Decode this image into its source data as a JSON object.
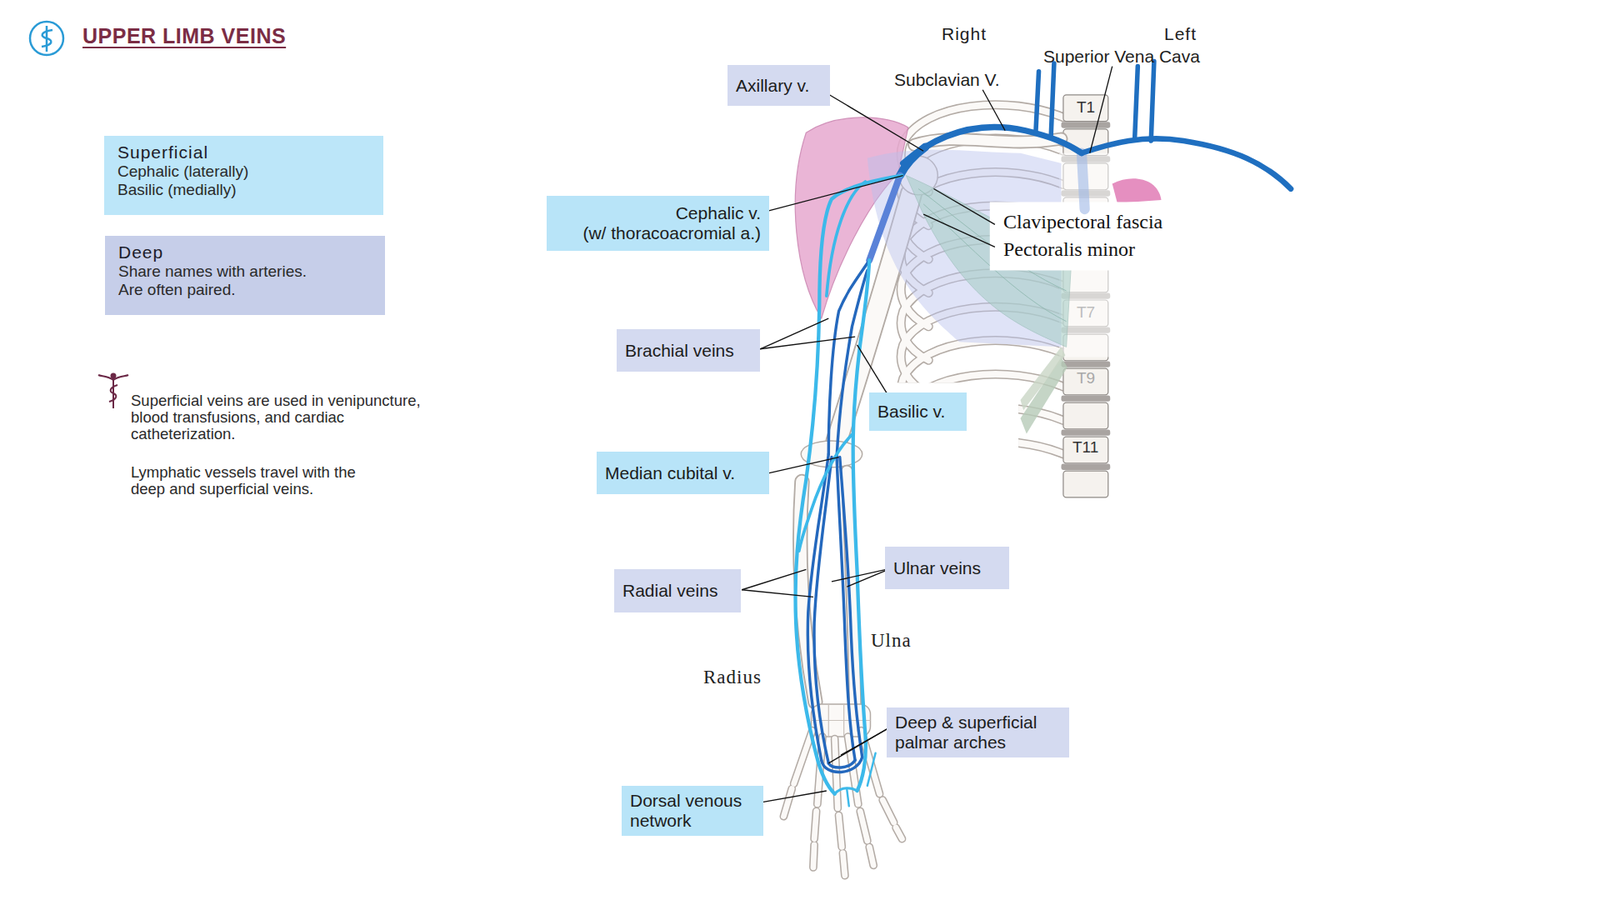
{
  "diagram": {
    "title": "UPPER LIMB VEINS",
    "nodes": [
      {
        "text": [
          "Superficial",
          "Cephalic (laterally)",
          "Basilic (medially)"
        ]
      },
      {
        "text": [
          "Deep",
          "Share names with arteries.",
          "Are often paired."
        ]
      },
      {
        "text": [
          "Axillary v."
        ]
      },
      {
        "text": [
          "Cephalic v.",
          "(w/ thoracoacromial a.)"
        ]
      },
      {
        "text": [
          "Brachial veins"
        ]
      },
      {
        "text": [
          "Basilic v."
        ]
      },
      {
        "text": [
          "Median cubital v."
        ]
      },
      {
        "text": [
          "Ulnar veins"
        ]
      },
      {
        "text": [
          "Radial veins"
        ]
      },
      {
        "text": [
          "Deep & superficial palmar arches"
        ]
      },
      {
        "text": [
          "Dorsal venous network"
        ]
      }
    ],
    "labels": [
      "Right",
      "Left",
      "Superior Vena Cava",
      "Subclavian V.",
      "T1",
      "Clavipectoral fascia",
      "Pectoralis minor",
      "T7",
      "T9",
      "T11",
      "Ulna",
      "Radius",
      "Superficial veins are used in venipuncture, blood transfusions, and cardiac catheterization.",
      "Lymphatic vessels travel with the deep and superficial veins."
    ]
  }
}
